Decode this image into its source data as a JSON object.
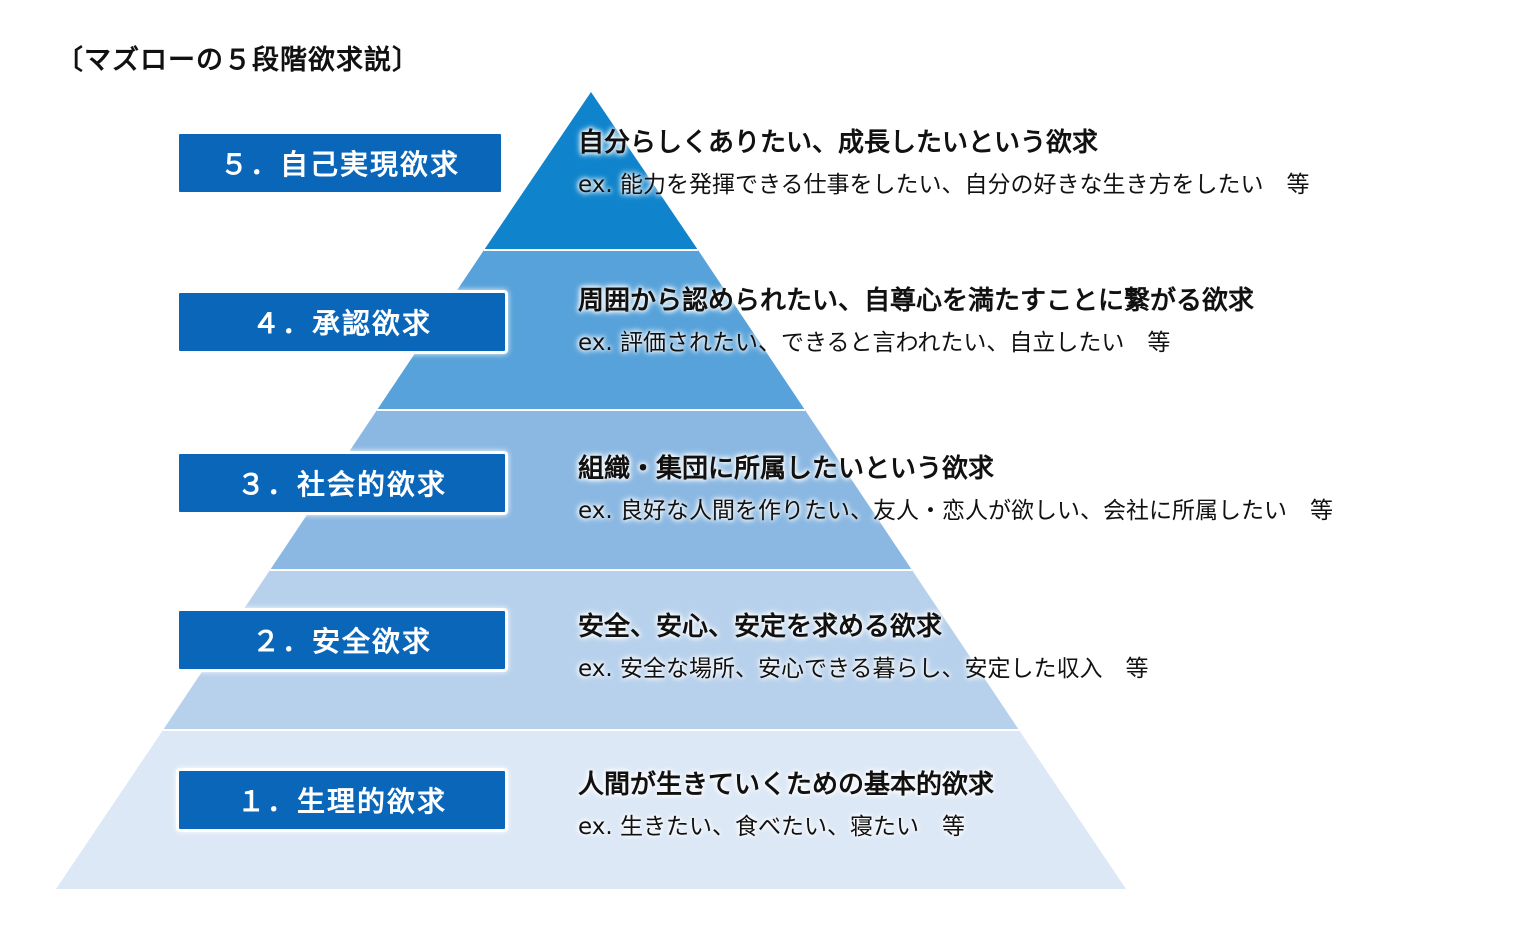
{
  "title": "〔マズローの５段階欲求説〕",
  "colors": {
    "label_bg": "#0a66b8",
    "tier5": "#0f84cc",
    "tier4": "#57a2da",
    "tier3": "#8ab8e2",
    "tier2": "#b7d1ec",
    "tier1": "#dce8f6"
  },
  "levels": [
    {
      "label": "５．自己実現欲求",
      "heading": "自分らしくありたい、成長したいという欲求",
      "example": "ex. 能力を発揮できる仕事をしたい、自分の好きな生き方をしたい　等"
    },
    {
      "label": "４．承認欲求",
      "heading": "周囲から認められたい、自尊心を満たすことに繋がる欲求",
      "example": "ex. 評価されたい、できると言われたい、自立したい　等"
    },
    {
      "label": "３．社会的欲求",
      "heading": "組織・集団に所属したいという欲求",
      "example": "ex. 良好な人間を作りたい、友人・恋人が欲しい、会社に所属したい　等"
    },
    {
      "label": "２．安全欲求",
      "heading": "安全、安心、安定を求める欲求",
      "example": "ex. 安全な場所、安心できる暮らし、安定した収入　等"
    },
    {
      "label": "１．生理的欲求",
      "heading": "人間が生きていくための基本的欲求",
      "example": "ex. 生きたい、食べたい、寝たい　等"
    }
  ]
}
